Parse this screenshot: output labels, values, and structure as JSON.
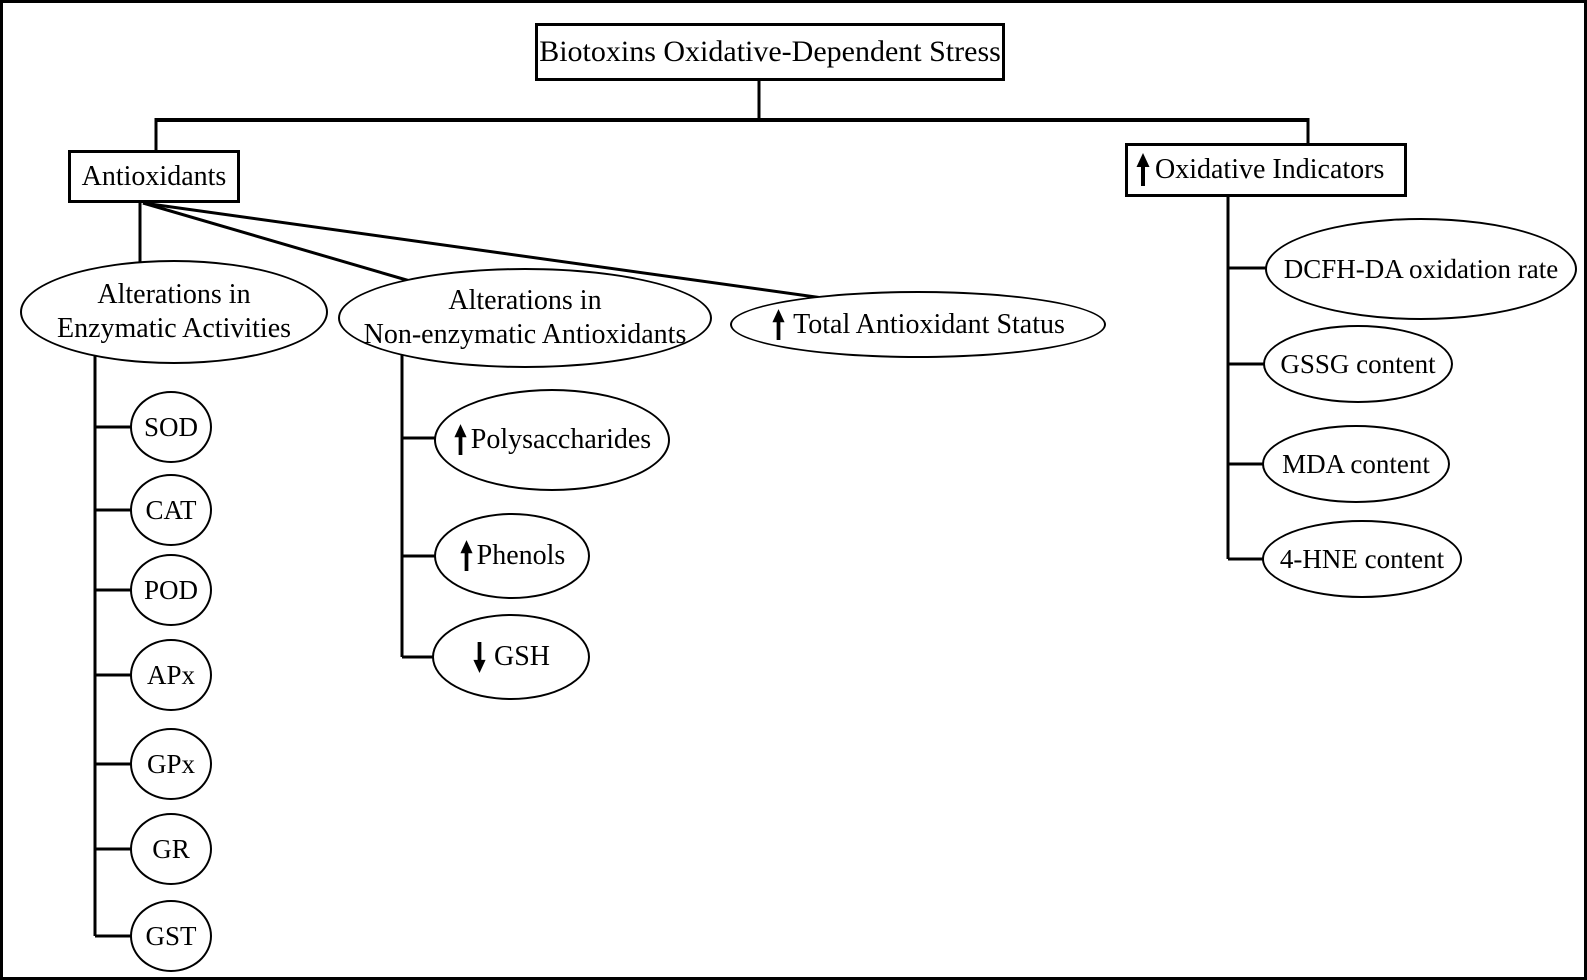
{
  "title": "Biotoxins oxidative stress diagram",
  "colors": {
    "line": "#000000",
    "background": "#ffffff",
    "text": "#000000"
  },
  "icons": {
    "up_arrow": "increase (↑)",
    "down_arrow": "decrease (↓)"
  },
  "root": {
    "label": "Biotoxins Oxidative-Dependent Stress"
  },
  "antioxidants": {
    "label": "Antioxidants",
    "enzymatic": {
      "line1": "Alterations in",
      "line2": "Enzymatic Activities",
      "enzymes": [
        "SOD",
        "CAT",
        "POD",
        "APx",
        "GPx",
        "GR",
        "GST"
      ]
    },
    "non_enzymatic": {
      "line1": "Alterations in",
      "line2": "Non-enzymatic Antioxidants",
      "children": [
        {
          "label": "Polysaccharides",
          "arrow": "up"
        },
        {
          "label": "Phenols",
          "arrow": "up"
        },
        {
          "label": "GSH",
          "arrow": "down"
        }
      ]
    },
    "total_status": {
      "label": "Total Antioxidant Status",
      "arrow": "up"
    }
  },
  "oxidative_indicators": {
    "label": "Oxidative Indicators",
    "arrow": "up",
    "children": [
      "DCFH-DA oxidation rate",
      "GSSG content",
      "MDA content",
      "4-HNE content"
    ]
  }
}
